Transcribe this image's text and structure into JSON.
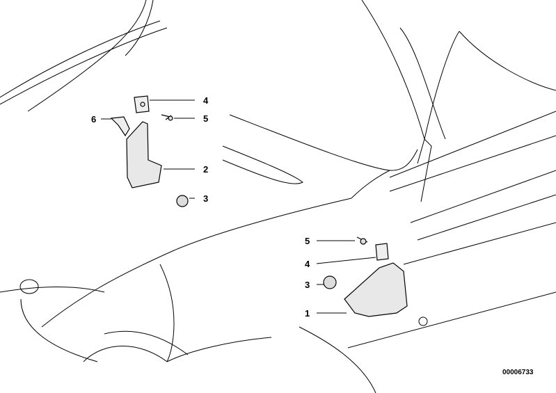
{
  "diagram": {
    "upper_callouts": [
      "4",
      "5",
      "6",
      "2",
      "3"
    ],
    "lower_callouts": [
      "5",
      "4",
      "3",
      "1"
    ],
    "reference_number": "00006733"
  }
}
